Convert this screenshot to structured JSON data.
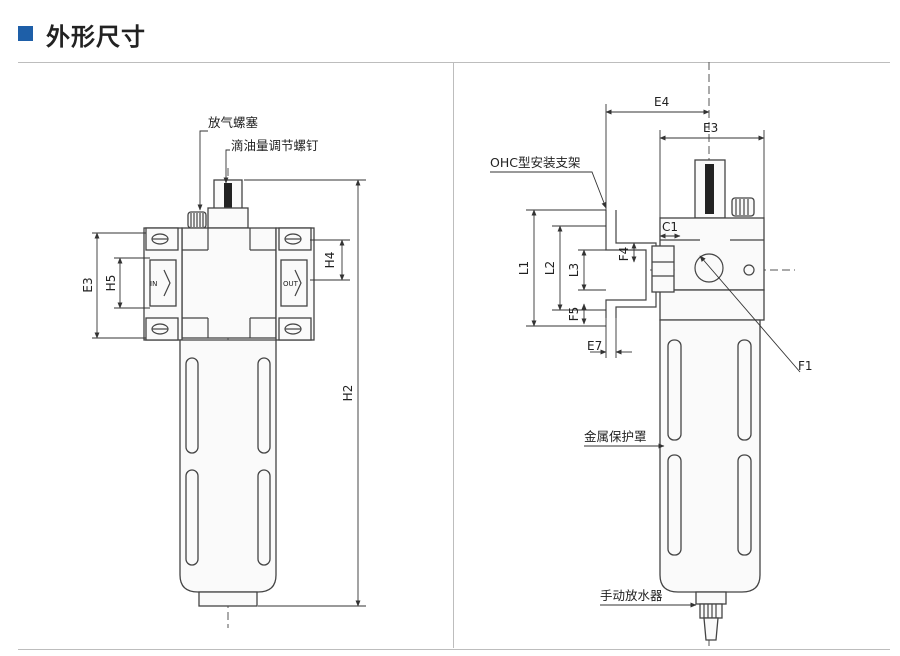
{
  "header": {
    "title": "外形尺寸"
  },
  "left_view": {
    "callouts": {
      "drain_plug": "放气螺塞",
      "drip_screw": "滴油量调节螺钉"
    },
    "port_in": "IN",
    "port_out": "OUT",
    "dims": {
      "e3": "E3",
      "h5": "H5",
      "h4": "H4",
      "h2": "H2"
    }
  },
  "right_view": {
    "callouts": {
      "bracket": "OHC型安装支架",
      "guard": "金属保护罩",
      "drain": "手动放水器"
    },
    "dims": {
      "e4": "E4",
      "e3": "E3",
      "c1": "C1",
      "f4": "F4",
      "l1": "L1",
      "l2": "L2",
      "l3": "L3",
      "f5": "F5",
      "e7": "E7",
      "f1": "F1"
    }
  },
  "colors": {
    "accent": "#1e5fa8",
    "line": "#444444"
  }
}
